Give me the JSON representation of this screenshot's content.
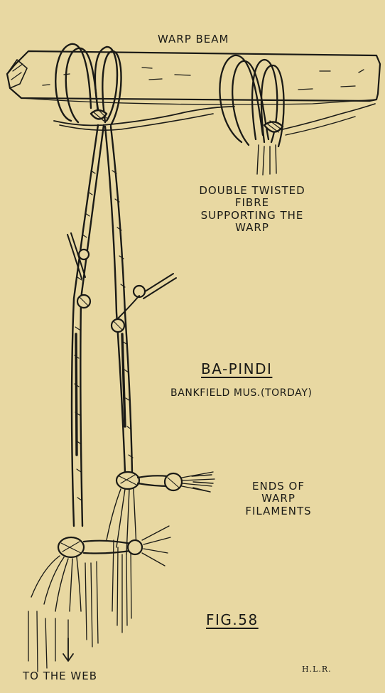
{
  "labels": {
    "warp_beam": "WARP BEAM",
    "double_twisted": [
      "DOUBLE TWISTED",
      "FIBRE",
      "SUPPORTING THE",
      "WARP"
    ],
    "ba_pindi": "BA-PINDI",
    "museum": "BANKFIELD MUS.(TORDAY)",
    "ends_of_warp": [
      "ENDS OF",
      "WARP",
      "FILAMENTS"
    ],
    "fig": "FIG.58",
    "to_the_web": "TO THE WEB",
    "initials": "H.L.R."
  },
  "colors": {
    "paper": "#e8d8a2",
    "ink": "#1a1a16"
  }
}
